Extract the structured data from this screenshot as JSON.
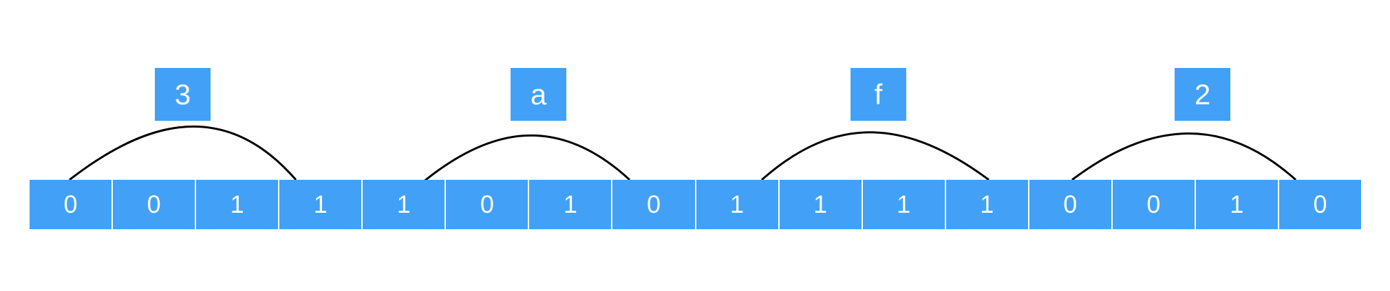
{
  "hex_digits": [
    "3",
    "a",
    "f",
    "2"
  ],
  "bits": [
    "0",
    "0",
    "1",
    "1",
    "1",
    "0",
    "1",
    "0",
    "1",
    "1",
    "1",
    "1",
    "0",
    "0",
    "1",
    "0"
  ],
  "colors": {
    "box_fill": "#42a1f6",
    "text": "#ffffff",
    "arc_stroke": "#000000",
    "background": "#ffffff"
  }
}
